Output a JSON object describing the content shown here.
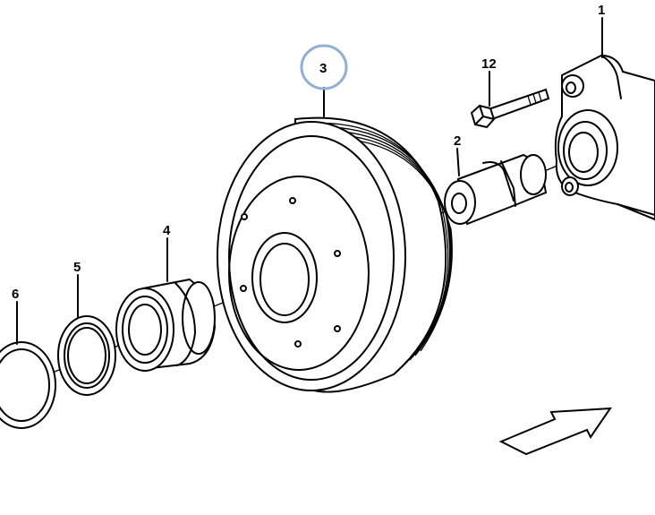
{
  "callouts": {
    "part_1": "1",
    "part_2": "2",
    "part_3": "3",
    "part_4": "4",
    "part_5": "5",
    "part_6": "6",
    "part_12": "12"
  },
  "highlight": {
    "part": "3",
    "color": "#8fb0d4"
  }
}
